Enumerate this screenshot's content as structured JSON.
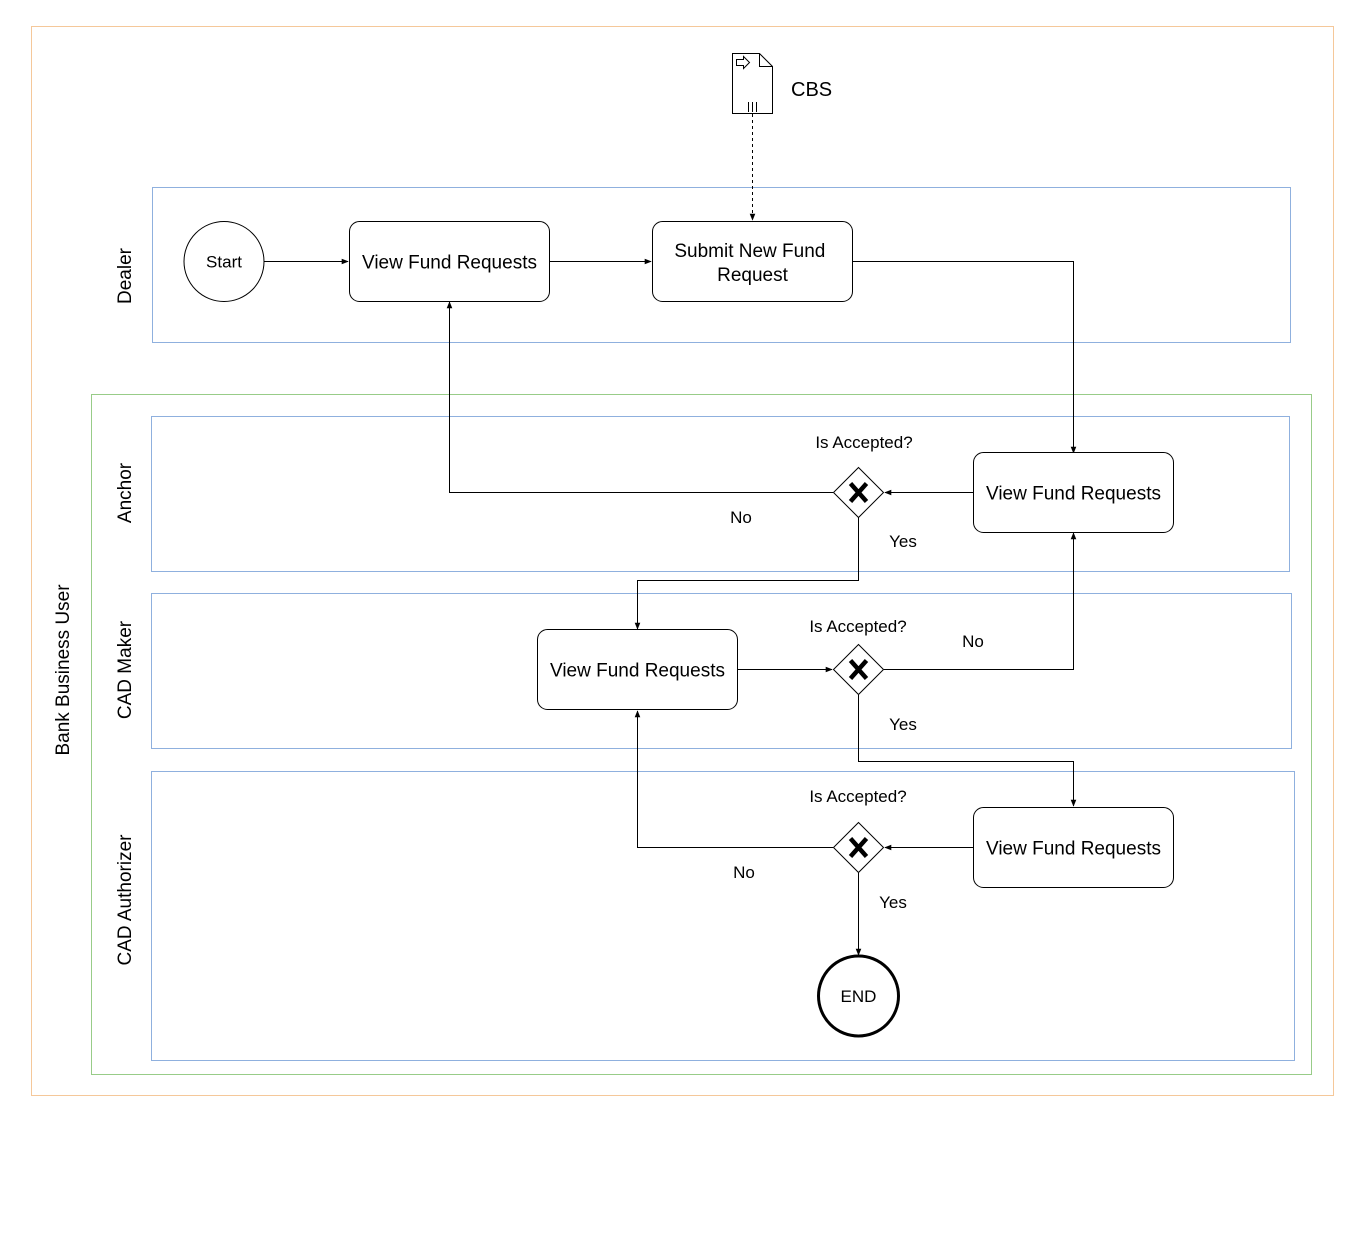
{
  "colors": {
    "outer_pool": "#f5c89a",
    "bank_pool": "#98cc88",
    "lane": "#8fb0de",
    "stroke": "#000000"
  },
  "lanes": {
    "dealer": "Dealer",
    "bank_business_user": "Bank Business User",
    "anchor": "Anchor",
    "cad_maker": "CAD Maker",
    "cad_authorizer": "CAD Authorizer"
  },
  "data_object": {
    "label": "CBS",
    "icon": "document-input-icon"
  },
  "events": {
    "start": "Start",
    "end": "END"
  },
  "tasks": {
    "dealer_view": "View Fund Requests",
    "dealer_submit_line1": "Submit New Fund",
    "dealer_submit_line2": "Request",
    "anchor_view": "View Fund Requests",
    "maker_view": "View Fund Requests",
    "authorizer_view": "View Fund Requests"
  },
  "gateways": {
    "anchor": {
      "question": "Is Accepted?",
      "no": "No",
      "yes": "Yes",
      "icon": "exclusive-gateway-icon"
    },
    "maker": {
      "question": "Is Accepted?",
      "no": "No",
      "yes": "Yes",
      "icon": "exclusive-gateway-icon"
    },
    "authorizer": {
      "question": "Is Accepted?",
      "no": "No",
      "yes": "Yes",
      "icon": "exclusive-gateway-icon"
    }
  }
}
